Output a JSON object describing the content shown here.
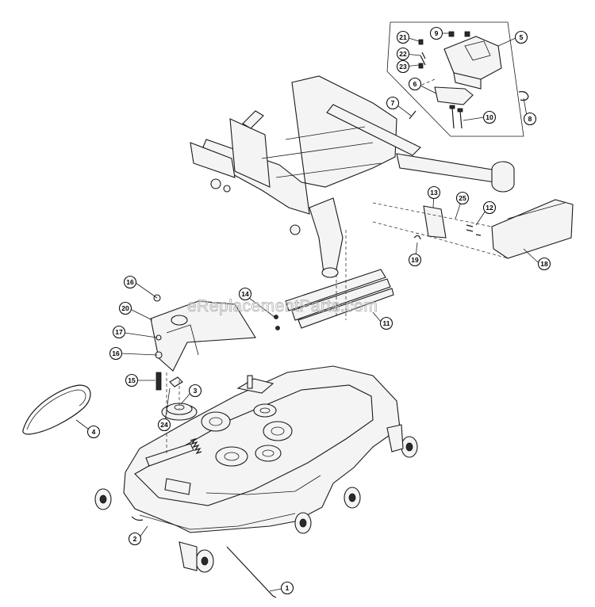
{
  "watermark": "eReplacementParts.com",
  "callouts": [
    {
      "id": "1",
      "label": "1"
    },
    {
      "id": "2",
      "label": "2"
    },
    {
      "id": "3",
      "label": "3"
    },
    {
      "id": "4",
      "label": "4"
    },
    {
      "id": "5",
      "label": "5"
    },
    {
      "id": "6",
      "label": "6"
    },
    {
      "id": "7",
      "label": "7"
    },
    {
      "id": "8",
      "label": "8"
    },
    {
      "id": "9",
      "label": "9"
    },
    {
      "id": "10",
      "label": "10"
    },
    {
      "id": "11",
      "label": "11"
    },
    {
      "id": "12",
      "label": "12"
    },
    {
      "id": "13",
      "label": "13"
    },
    {
      "id": "14",
      "label": "14"
    },
    {
      "id": "15",
      "label": "15"
    },
    {
      "id": "16a",
      "label": "16"
    },
    {
      "id": "16b",
      "label": "16"
    },
    {
      "id": "17",
      "label": "17"
    },
    {
      "id": "18",
      "label": "18"
    },
    {
      "id": "19",
      "label": "19"
    },
    {
      "id": "20",
      "label": "20"
    },
    {
      "id": "21",
      "label": "21"
    },
    {
      "id": "22",
      "label": "22"
    },
    {
      "id": "23",
      "label": "23"
    },
    {
      "id": "24",
      "label": "24"
    },
    {
      "id": "25",
      "label": "25"
    }
  ]
}
